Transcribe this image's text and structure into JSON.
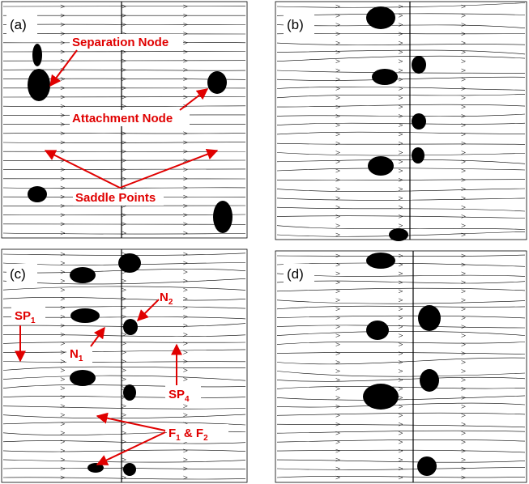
{
  "panels": [
    {
      "id": "a",
      "label": "(a)"
    },
    {
      "id": "b",
      "label": "(b)"
    },
    {
      "id": "c",
      "label": "(c)"
    },
    {
      "id": "d",
      "label": "(d)"
    }
  ],
  "annotations": {
    "a": {
      "separation_node": "Separation Node",
      "attachment_node": "Attachment Node",
      "saddle_points": "Saddle Points"
    },
    "c": {
      "sp1": {
        "main": "SP",
        "sub": "1"
      },
      "n1": {
        "main": "N",
        "sub": "1"
      },
      "n2": {
        "main": "N",
        "sub": "2"
      },
      "sp4": {
        "main": "SP",
        "sub": "4"
      },
      "foci": {
        "f": "F",
        "sub1": "1",
        "amp": " & F",
        "sub2": "2"
      }
    }
  },
  "colors": {
    "annotation": "#e00000",
    "streamline": "#000000",
    "background": "#ffffff"
  }
}
